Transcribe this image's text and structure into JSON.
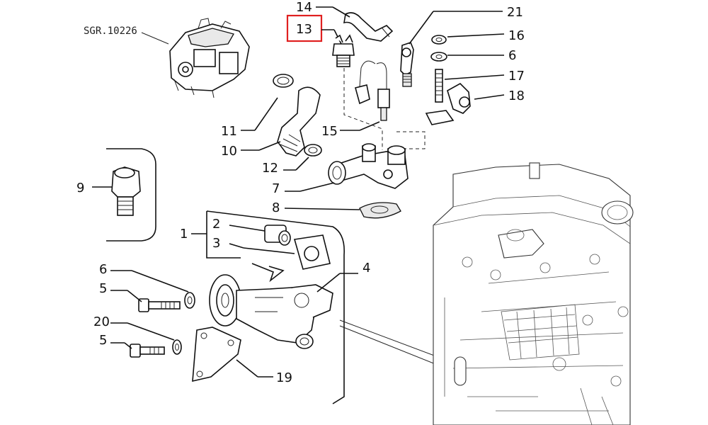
{
  "reference_code": "SGR.10226",
  "highlighted_callout": "13",
  "highlight_color": "#e02020",
  "callouts": {
    "c1": "1",
    "c2": "2",
    "c3": "3",
    "c4": "4",
    "c5a": "5",
    "c5b": "5",
    "c6a": "6",
    "c6b": "6",
    "c7": "7",
    "c8": "8",
    "c9": "9",
    "c10": "10",
    "c11": "11",
    "c12": "12",
    "c13": "13",
    "c14": "14",
    "c15": "15",
    "c16": "16",
    "c17": "17",
    "c18": "18",
    "c19": "19",
    "c20": "20",
    "c21": "21"
  }
}
